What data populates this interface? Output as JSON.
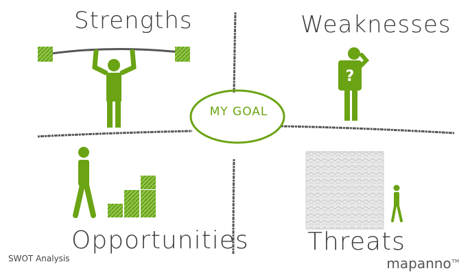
{
  "quadrants": {
    "strengths": "Strengths",
    "weaknesses": "Weaknesses",
    "opportunities": "Opportunities",
    "threats": "Threats"
  },
  "center": {
    "goal": "MY GOAL"
  },
  "caption": "SWOT Analysis",
  "brand": {
    "name": "mapanno",
    "mark": "TM"
  },
  "colors": {
    "accent": "#6aa313",
    "chalk": "#4a4a4a",
    "stone": "#bdbdbd"
  }
}
